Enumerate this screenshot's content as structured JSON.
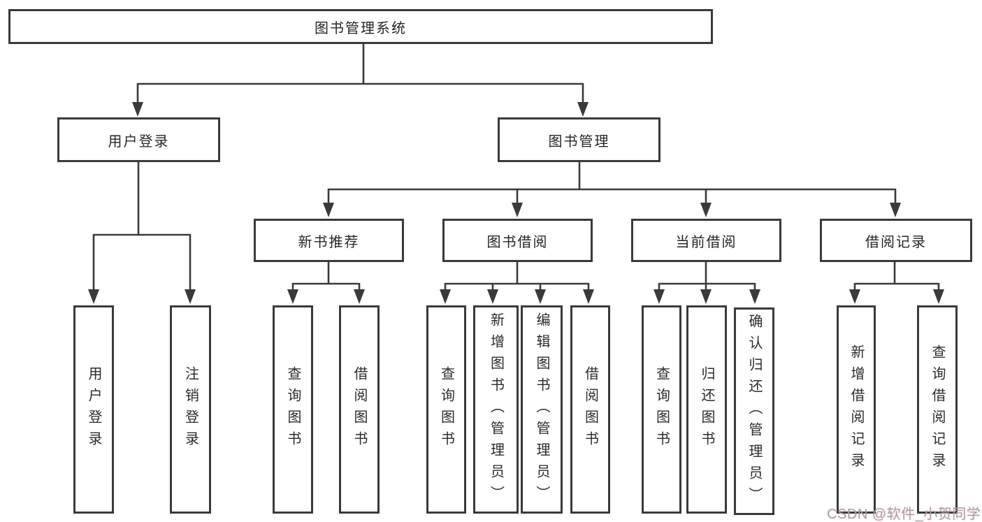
{
  "diagram": {
    "type": "hierarchy-tree",
    "nodes": {
      "root": "图书管理系统",
      "user_login": "用户登录",
      "book_mgmt": "图书管理",
      "new_book_rec": "新书推荐",
      "book_borrow": "图书借阅",
      "current_borrow": "当前借阅",
      "borrow_records": "借阅记录",
      "leaf_user_login": "用户登录",
      "leaf_logout": "注销登录",
      "leaf_query_book_nb": "查询图书",
      "leaf_borrow_book_nb": "借阅图书",
      "leaf_query_book_bb": "查询图书",
      "leaf_add_book": "新增图书（管理员）",
      "leaf_edit_book": "编辑图书（管理员）",
      "leaf_borrow_book_bb": "借阅图书",
      "leaf_query_book_cb": "查询图书",
      "leaf_return_book": "归还图书",
      "leaf_confirm_return": "确认归还（管理员）",
      "leaf_add_record": "新增借阅记录",
      "leaf_query_record": "查询借阅记录"
    },
    "structure": [
      {
        "parent": "图书管理系统",
        "children": [
          "用户登录",
          "图书管理"
        ]
      },
      {
        "parent": "用户登录",
        "children": [
          "用户登录",
          "注销登录"
        ]
      },
      {
        "parent": "图书管理",
        "children": [
          "新书推荐",
          "图书借阅",
          "当前借阅",
          "借阅记录"
        ]
      },
      {
        "parent": "新书推荐",
        "children": [
          "查询图书",
          "借阅图书"
        ]
      },
      {
        "parent": "图书借阅",
        "children": [
          "查询图书",
          "新增图书（管理员）",
          "编辑图书（管理员）",
          "借阅图书"
        ]
      },
      {
        "parent": "当前借阅",
        "children": [
          "查询图书",
          "归还图书",
          "确认归还（管理员）"
        ]
      },
      {
        "parent": "借阅记录",
        "children": [
          "新增借阅记录",
          "查询借阅记录"
        ]
      }
    ],
    "colors": {
      "line": "#3a3a3a",
      "box_border": "#3a3a3a",
      "text": "#262626",
      "background": "#ffffff",
      "watermark": "#a7a1a2"
    }
  },
  "watermark": {
    "text": "CSDN @软件_小贺同学"
  }
}
